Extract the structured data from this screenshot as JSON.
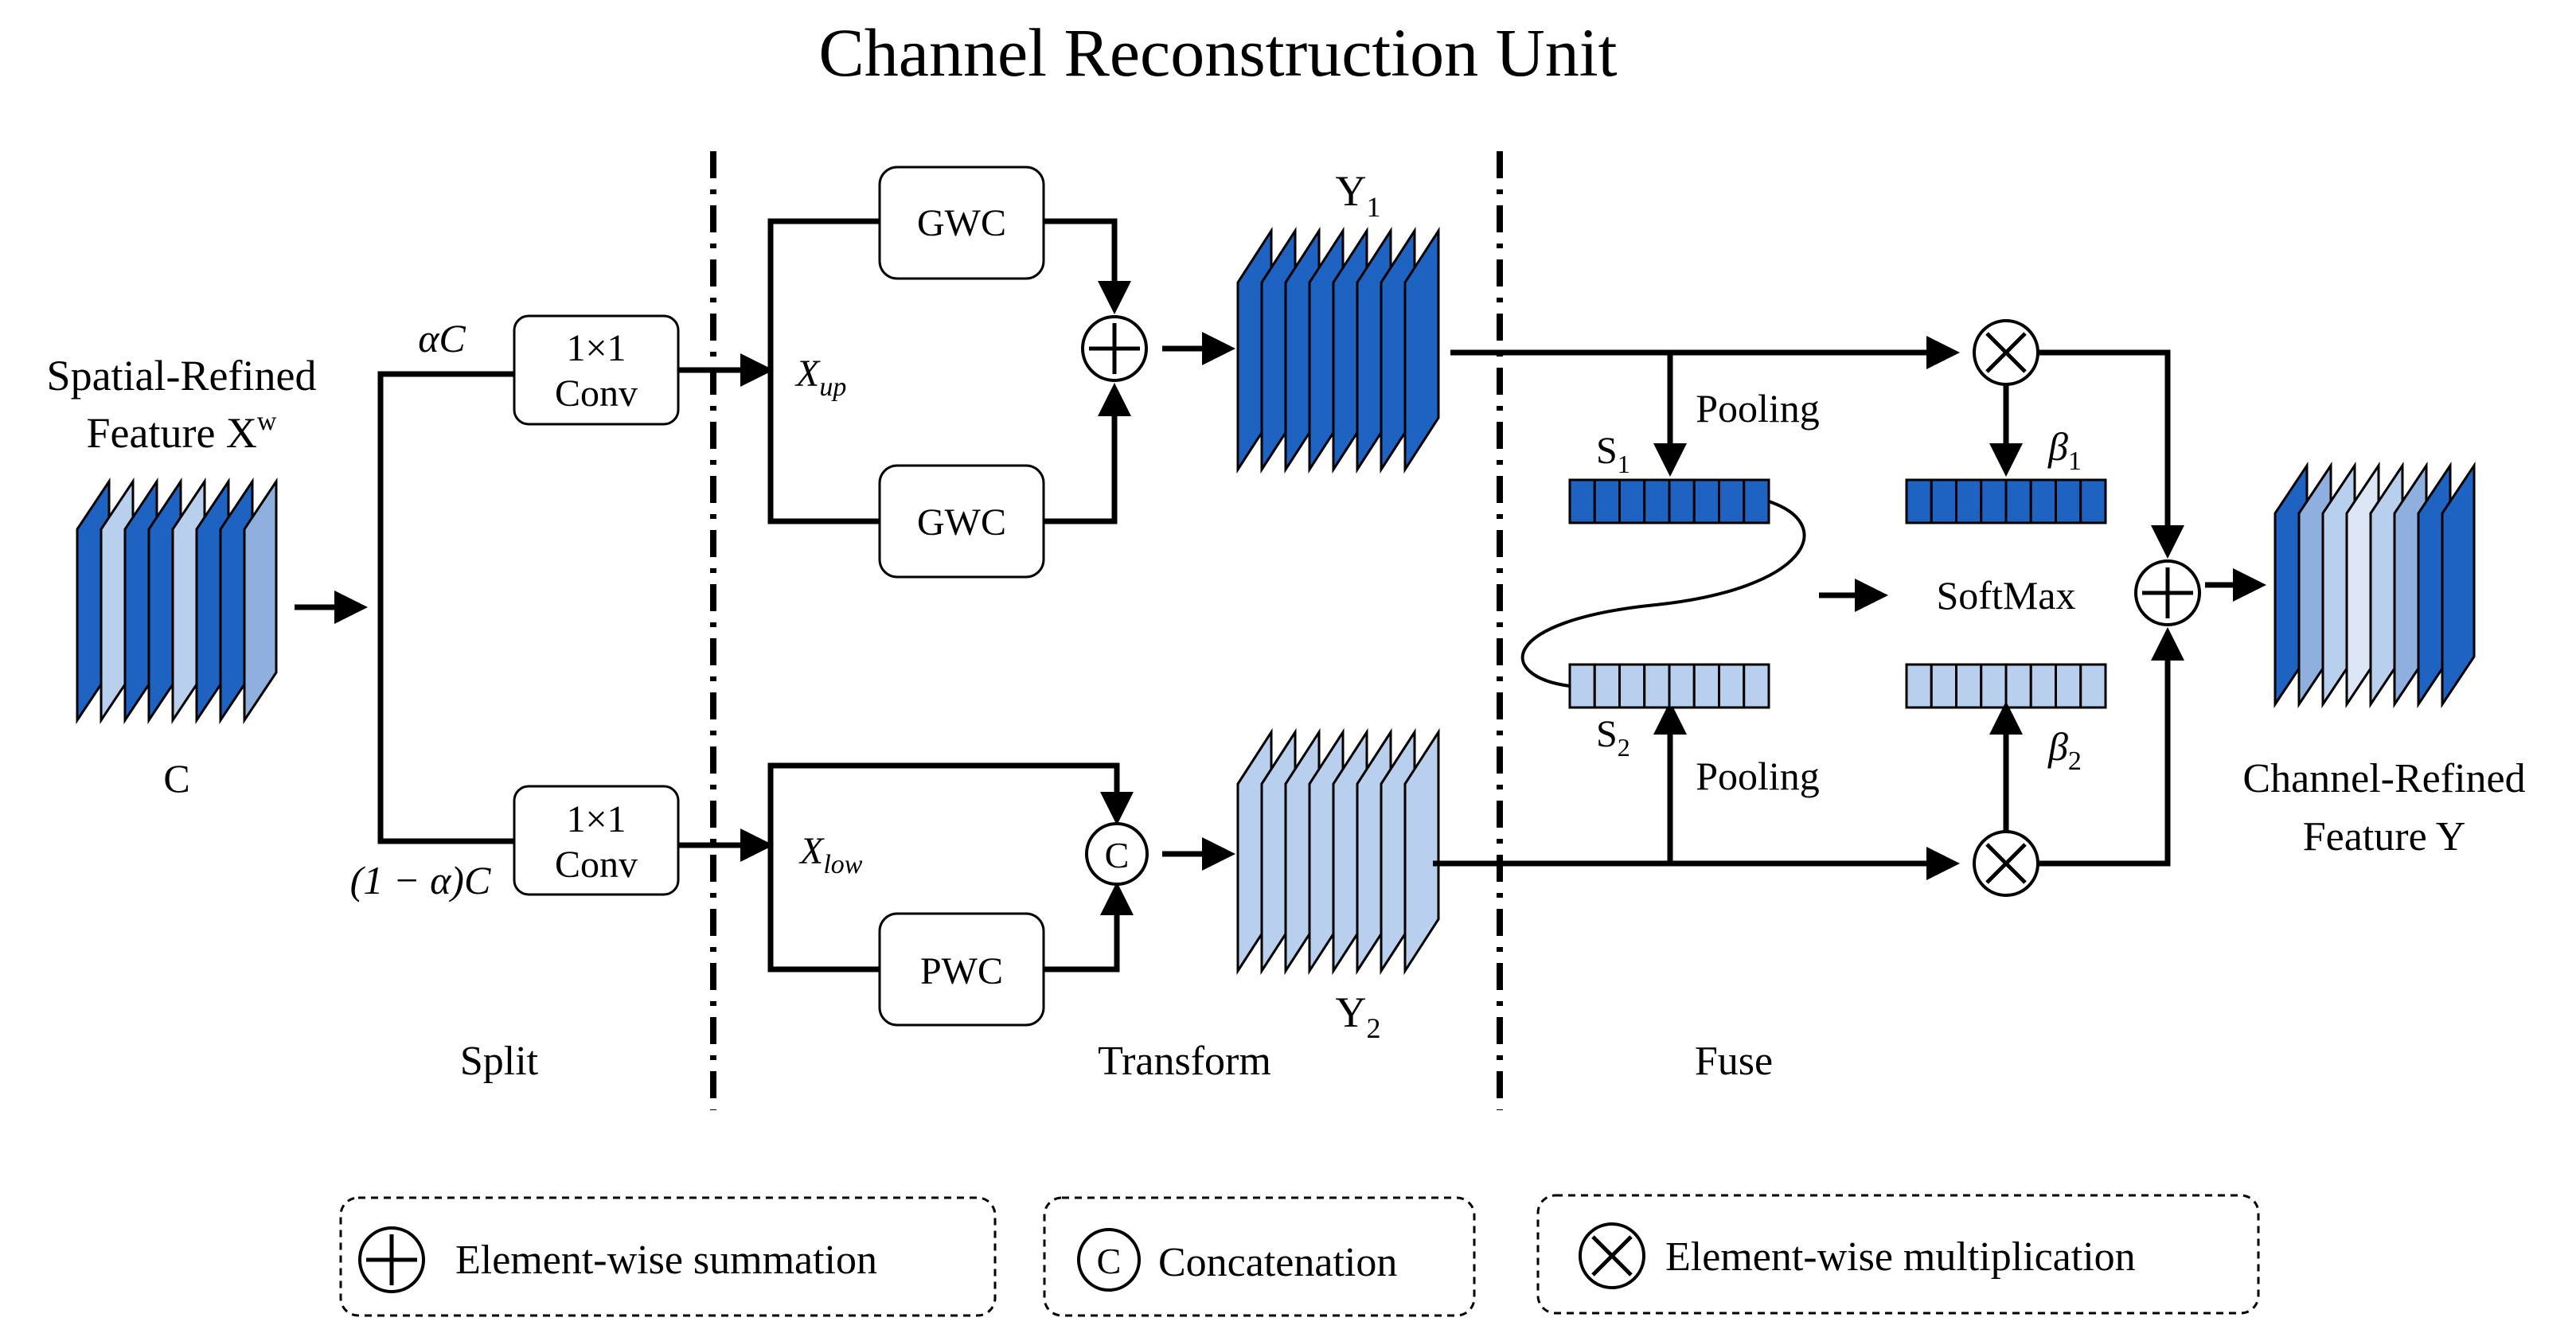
{
  "title": "Channel Reconstruction Unit",
  "input": {
    "label_line1": "Spatial-Refined",
    "label_line2": "Feature X",
    "label_sup": "w",
    "channel_label": "C"
  },
  "split": {
    "upper_ratio": "αC",
    "lower_ratio": "(1 − α)C",
    "conv_upper": {
      "line1": "1×1",
      "line2": "Conv"
    },
    "conv_lower": {
      "line1": "1×1",
      "line2": "Conv"
    }
  },
  "transform": {
    "x_up": "X",
    "x_up_sub": "up",
    "x_low": "X",
    "x_low_sub": "low",
    "gwc_top": "GWC",
    "gwc_bottom": "GWC",
    "pwc": "PWC",
    "concat_symbol": "C",
    "y1": "Y",
    "y1_sub": "1",
    "y2": "Y",
    "y2_sub": "2"
  },
  "fuse": {
    "pooling_top": "Pooling",
    "pooling_bottom": "Pooling",
    "s1": "S",
    "s1_sub": "1",
    "s2": "S",
    "s2_sub": "2",
    "beta1": "β",
    "beta1_sub": "1",
    "beta2": "β",
    "beta2_sub": "2",
    "softmax": "SoftMax"
  },
  "output": {
    "label_line1": "Channel-Refined",
    "label_line2": "Feature Y"
  },
  "stages": {
    "split": "Split",
    "transform": "Transform",
    "fuse": "Fuse"
  },
  "legend": {
    "sum": "Element-wise summation",
    "concat_symbol": "C",
    "concat": "Concatenation",
    "mult": "Element-wise multiplication"
  },
  "colors": {
    "dark_blue": "#1f63c2",
    "mid_blue": "#8fb0df",
    "light_blue": "#b9cfee",
    "pale_blue": "#dce6f5"
  }
}
